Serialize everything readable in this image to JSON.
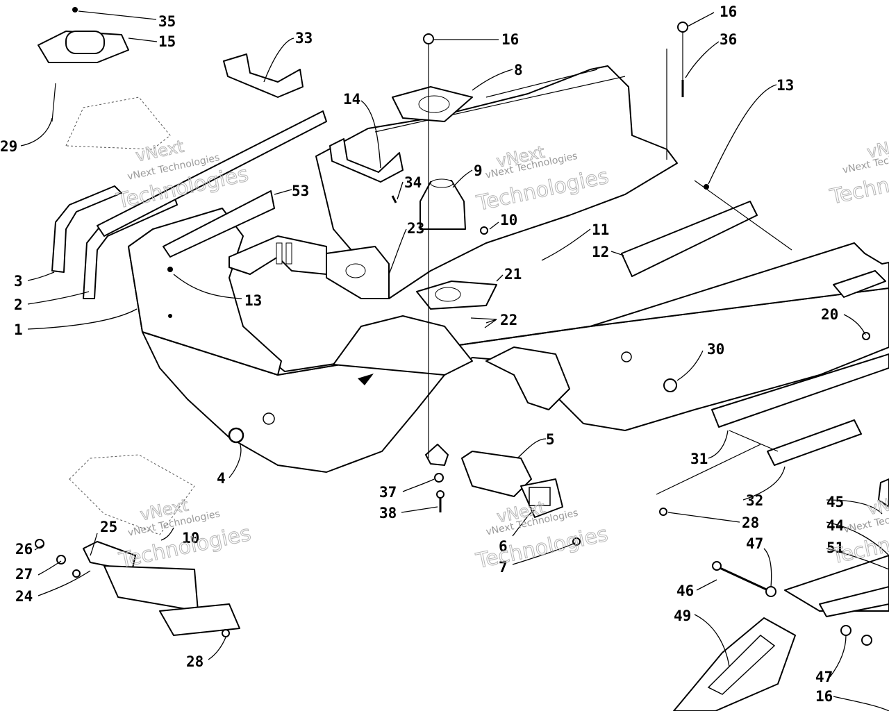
{
  "diagram": {
    "watermark": {
      "line1": "vNext",
      "line2": "vNext Technologies",
      "line3": "Technologies"
    },
    "callouts": [
      {
        "id": "c35",
        "label": "35"
      },
      {
        "id": "c15",
        "label": "15"
      },
      {
        "id": "c29",
        "label": "29"
      },
      {
        "id": "c33",
        "label": "33"
      },
      {
        "id": "c16a",
        "label": "16"
      },
      {
        "id": "c8",
        "label": "8"
      },
      {
        "id": "c14",
        "label": "14"
      },
      {
        "id": "c9",
        "label": "9"
      },
      {
        "id": "c34",
        "label": "34"
      },
      {
        "id": "c53",
        "label": "53"
      },
      {
        "id": "c23",
        "label": "23"
      },
      {
        "id": "c10",
        "label": "10"
      },
      {
        "id": "c11",
        "label": "11"
      },
      {
        "id": "c21",
        "label": "21"
      },
      {
        "id": "c22",
        "label": "22"
      },
      {
        "id": "c13a",
        "label": "13"
      },
      {
        "id": "c3",
        "label": "3"
      },
      {
        "id": "c2",
        "label": "2"
      },
      {
        "id": "c1",
        "label": "1"
      },
      {
        "id": "c16b",
        "label": "16"
      },
      {
        "id": "c36",
        "label": "36"
      },
      {
        "id": "c13b",
        "label": "13"
      },
      {
        "id": "c12",
        "label": "12"
      },
      {
        "id": "c20",
        "label": "20"
      },
      {
        "id": "c30",
        "label": "30"
      },
      {
        "id": "c31",
        "label": "31"
      },
      {
        "id": "c32",
        "label": "32"
      },
      {
        "id": "c5",
        "label": "5"
      },
      {
        "id": "c37",
        "label": "37"
      },
      {
        "id": "c38",
        "label": "38"
      },
      {
        "id": "c6",
        "label": "6"
      },
      {
        "id": "c7",
        "label": "7"
      },
      {
        "id": "c4",
        "label": "4"
      },
      {
        "id": "c25",
        "label": "25"
      },
      {
        "id": "c26",
        "label": "26"
      },
      {
        "id": "c27",
        "label": "27"
      },
      {
        "id": "c24",
        "label": "24"
      },
      {
        "id": "c10b",
        "label": "10"
      },
      {
        "id": "c28a",
        "label": "28"
      },
      {
        "id": "c28b",
        "label": "28"
      },
      {
        "id": "c45",
        "label": "45"
      },
      {
        "id": "c44",
        "label": "44"
      },
      {
        "id": "c51",
        "label": "51"
      },
      {
        "id": "c47a",
        "label": "47"
      },
      {
        "id": "c46",
        "label": "46"
      },
      {
        "id": "c49",
        "label": "49"
      },
      {
        "id": "c47b",
        "label": "47"
      },
      {
        "id": "c16c",
        "label": "16"
      }
    ]
  }
}
